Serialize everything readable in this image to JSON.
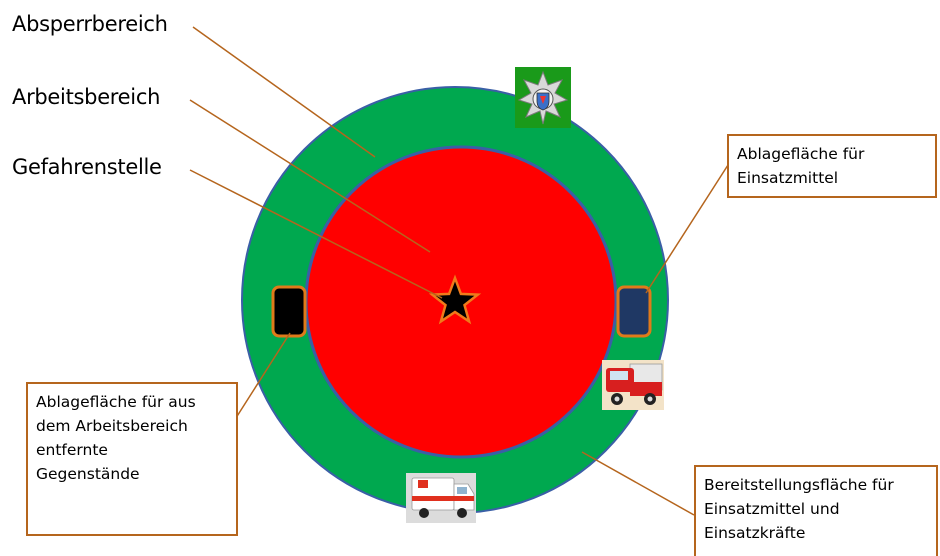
{
  "labels": {
    "absperrbereich": "Absperrbereich",
    "arbeitsbereich": "Arbeitsbereich",
    "gefahrenstelle": "Gefahrenstelle"
  },
  "callouts": {
    "ablage_einsatzmittel": [
      "Ablagefläche für",
      "Einsatzmittel"
    ],
    "ablage_gegenstaende": [
      "Ablagefläche für aus",
      "dem Arbeitsbereich",
      "entfernte",
      "Gegenstände"
    ],
    "bereitstellung": [
      "Bereitstellungsfläche für",
      "Einsatzmittel und",
      "Einsatzkräfte"
    ]
  },
  "colors": {
    "outer_ring": "#00a84f",
    "inner_area": "#ff0000",
    "ring_border": "#3a5fa6",
    "leader_line": "#b5651d",
    "star_fill": "#000000",
    "star_outline": "#f07a1a",
    "left_slot": "#000000",
    "right_slot": "#1f3864",
    "slot_border": "#e07a1a",
    "police_badge_bg": "#1a9a1a"
  },
  "icons": {
    "danger_point": "star-icon",
    "police": "police-badge-icon",
    "fire_truck": "fire-truck-icon",
    "ambulance": "ambulance-icon"
  }
}
